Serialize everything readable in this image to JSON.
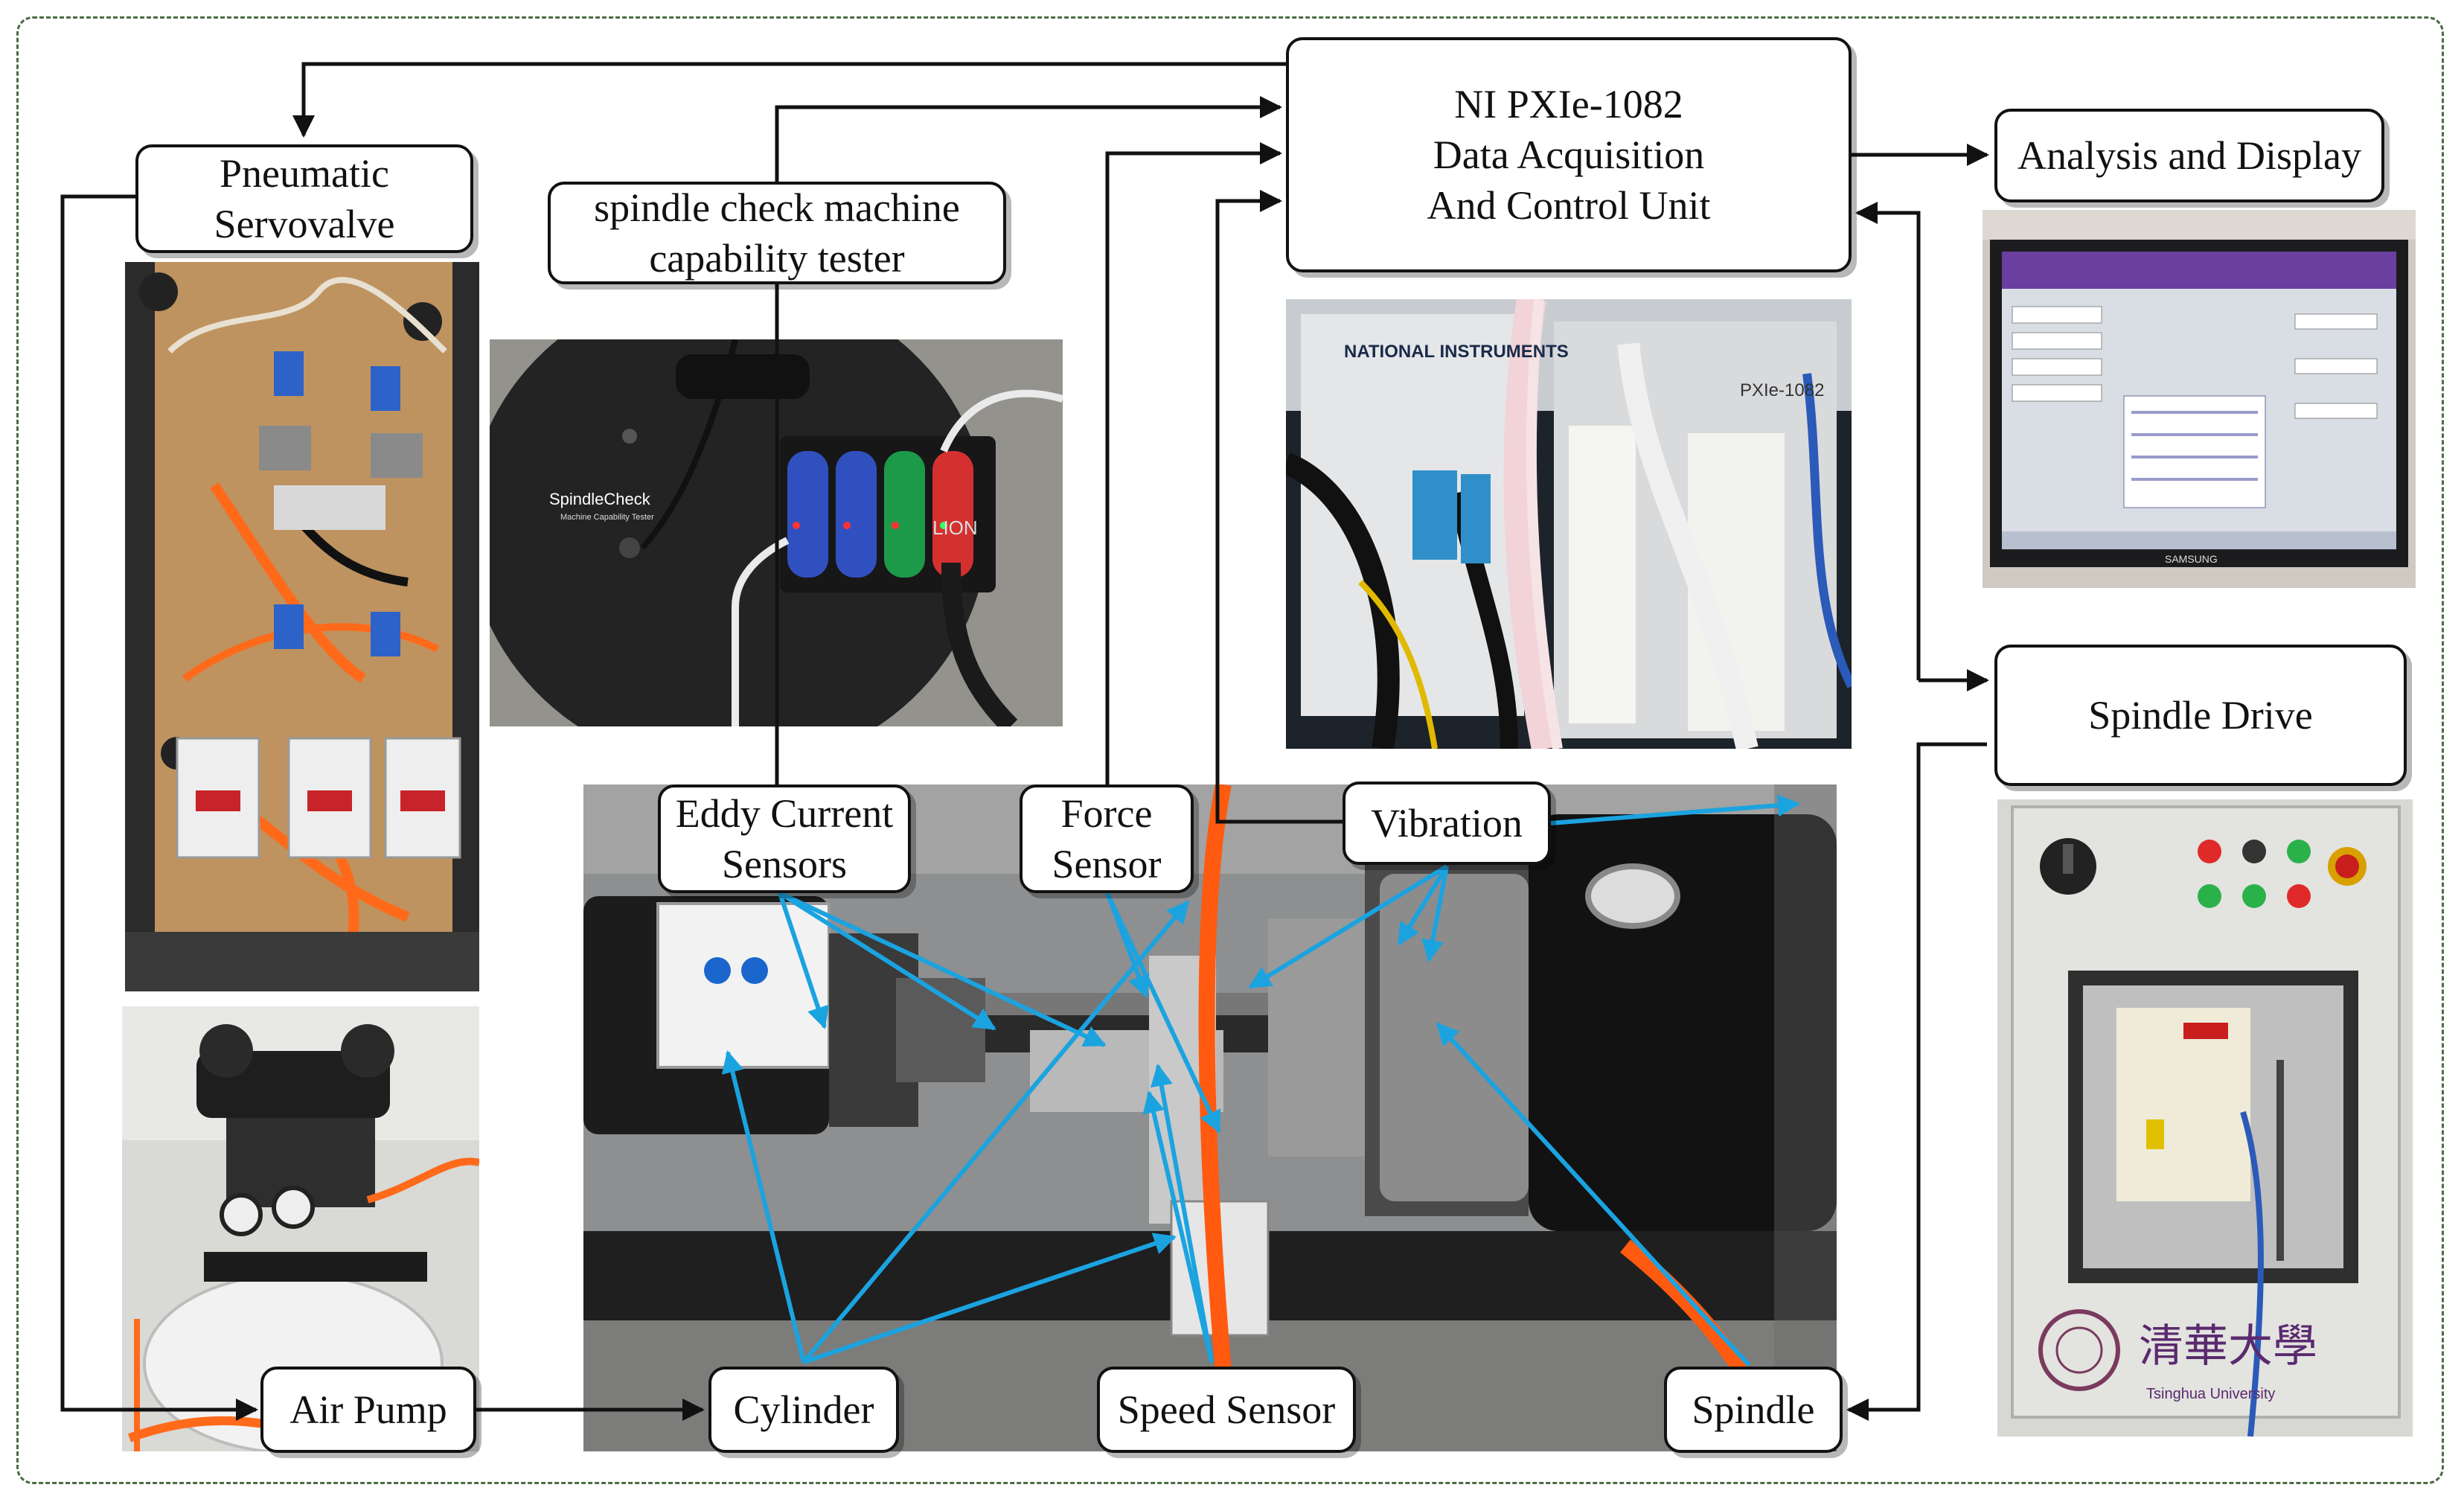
{
  "labels": {
    "ni_unit": [
      "NI PXIe-1082",
      "Data Acquisition",
      "And Control Unit"
    ],
    "analysis": [
      "Analysis and Display"
    ],
    "pneumatic_servovalve": [
      "Pneumatic",
      "Servovalve"
    ],
    "spindle_check": [
      "spindle check machine",
      "capability tester"
    ],
    "spindle_drive": [
      "Spindle Drive"
    ],
    "eddy_current": [
      "Eddy Current",
      "Sensors"
    ],
    "force_sensor": [
      "Force",
      "Sensor"
    ],
    "vibration": [
      "Vibration"
    ],
    "air_pump": [
      "Air Pump"
    ],
    "cylinder": [
      "Cylinder"
    ],
    "speed_sensor": [
      "Speed Sensor"
    ],
    "spindle": [
      "Spindle"
    ]
  },
  "photo_text": {
    "spindlecheck_brand": "SpindleCheck",
    "spindlecheck_sub": "Machine Capability Tester",
    "lion": "LION",
    "ni_brand": "NATIONAL INSTRUMENTS",
    "pxie": "PXIe-1082",
    "monitor_brand": "SAMSUNG",
    "tsinghua_cn": "清華大學",
    "tsinghua_en": "Tsinghua University"
  },
  "colors": {
    "frame_border": "#4c6b45",
    "label_border": "#111111",
    "connector": "#111111",
    "sensor_pointer": "#1ba3e0"
  }
}
